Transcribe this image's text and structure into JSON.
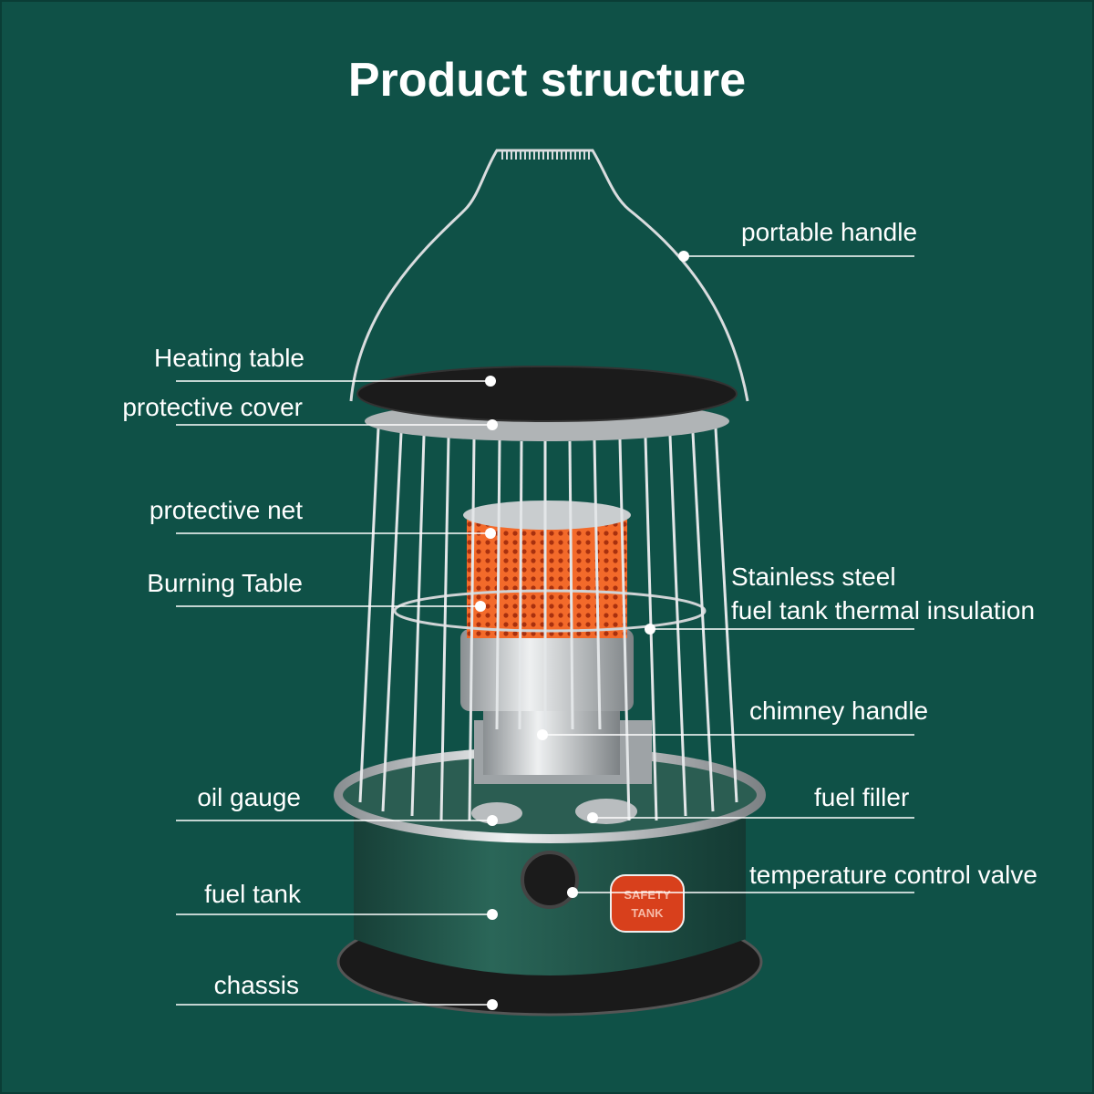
{
  "title": "Product structure",
  "labels": {
    "portable_handle": "portable handle",
    "heating_table": "Heating table",
    "protective_cover": "protective cover",
    "protective_net": "protective net",
    "burning_table": "Burning Table",
    "stainless_1": "Stainless steel",
    "stainless_2": "fuel tank thermal insulation",
    "chimney_handle": "chimney handle",
    "oil_gauge": "oil gauge",
    "fuel_filler": "fuel filler",
    "temperature_control_valve": "temperature control valve",
    "fuel_tank": "fuel tank",
    "chassis": "chassis"
  },
  "badge": {
    "line1": "SAFETY",
    "line2": "TANK"
  },
  "colors": {
    "background": "#0f5147",
    "tank": "#1f5548",
    "badge": "#d8401c",
    "glow": "#f06a2a"
  }
}
